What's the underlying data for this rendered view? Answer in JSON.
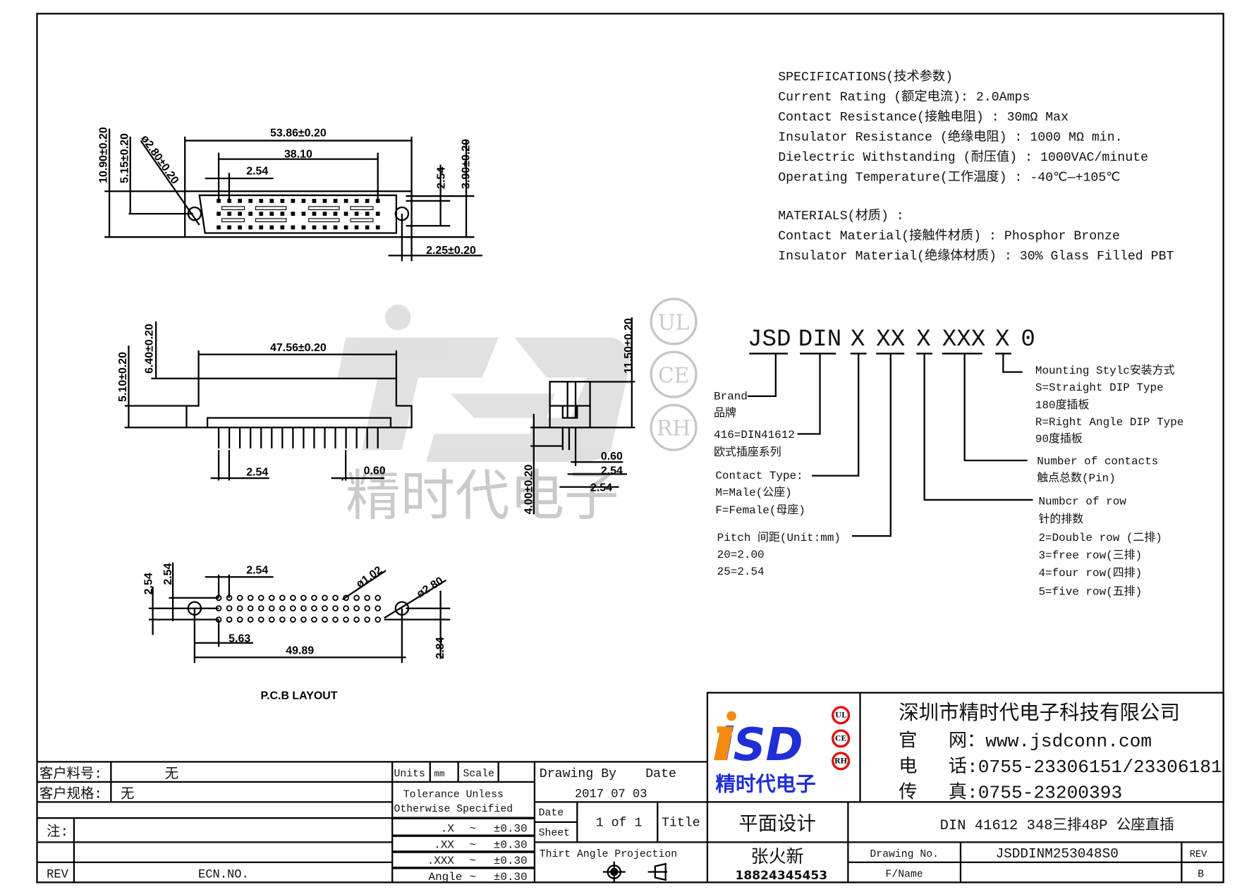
{
  "specifications": {
    "heading": "SPECIFICATIONS(技术参数)",
    "lines": [
      "Current Rating (额定电流):   2.0Amps",
      "Contact Resistance(接触电阻) : 30mΩ Max",
      "Insulator Resistance (绝缘电阻) : 1000 MΩ min.",
      "Dielectric Withstanding (耐压值) : 1000VAC/minute",
      "Operating Temperature(工作温度) : -40℃—+105℃"
    ]
  },
  "materials": {
    "heading": "MATERIALS(材质) :",
    "lines": [
      "Contact Material(接触件材质) :    Phosphor Bronze",
      "Insulator Material(绝缘体材质) : 30% Glass Filled PBT"
    ]
  },
  "part_number": {
    "tokens": [
      "JSD",
      "DIN",
      "X",
      "XX",
      "X",
      "XXX",
      "X",
      "0"
    ],
    "brand": [
      "Brand",
      "品牌"
    ],
    "series": [
      "416=DIN41612",
      "欧式插座系列"
    ],
    "contact_type": [
      "Contact Type:",
      "M=Male(公座)",
      "F=Female(母座)"
    ],
    "pitch": [
      "Pitch 间距(Unit:mm)",
      "20=2.00",
      "25=2.54"
    ],
    "mounting": [
      "Mounting Stylc安装方式",
      "S=Straight DIP Type",
      "180度插板",
      "R=Right Angle DIP Type",
      "90度插板"
    ],
    "contacts": [
      "Number of contacts",
      "触点总数(Pin)"
    ],
    "rows": [
      "Numbcr of row",
      "针的排数",
      "2=Double row (二排)",
      "3=free row(三排)",
      "4=four row(四排)",
      "5=five row(五排)"
    ]
  },
  "drawing": {
    "top_view": {
      "overall": "53.86±0.20",
      "pin_span": "38.10",
      "pitch": "2.54",
      "height": "10.90±0.20",
      "hole_offset": "5.15±0.20",
      "hole_dia": "ø2.80±0.20",
      "row_pitch": "2.54",
      "right_height": "3.90±0.20",
      "edge": "2.25±0.20"
    },
    "front_view": {
      "width": "47.56±0.20",
      "h1": "6.40±0.20",
      "h2": "5.10±0.20",
      "pitch": "2.54",
      "pin": "0.60"
    },
    "side_view": {
      "height": "11.50±0.20",
      "tail": "4.00±0.20",
      "pin": "0.60",
      "pitch1": "2.54",
      "pitch2": "2.54"
    },
    "pcb": {
      "title": "P.C.B LAYOUT",
      "pitch_x": "2.54",
      "pitch_y1": "2.54",
      "pitch_y2": "2.54",
      "hole": "ø1.02",
      "mount_hole": "ø2.80",
      "offset": "5.63",
      "span": "49.89",
      "y_offset": "2.84"
    }
  },
  "watermark": {
    "brand": "精时代电子",
    "certs": [
      "UL",
      "CE",
      "RH"
    ]
  },
  "company": {
    "logo_text": "iSD",
    "logo_cn": "精时代电子",
    "certs": [
      "UL",
      "CE",
      "RH"
    ],
    "name": "深圳市精时代电子科技有限公司",
    "web_label": "官",
    "web_value": "网：www.jsdconn.com",
    "tel_label": "电",
    "tel_value": "话:0755-23306151/23306181",
    "fax_label": "传",
    "fax_value": "真:0755-23200393",
    "colors": {
      "blue": "#1f2fd6",
      "orange": "#f28a10",
      "red": "#e01010"
    }
  },
  "title_block": {
    "customer_part_label": "客户料号:",
    "customer_part_value": "无",
    "customer_spec_label": "客户规格:",
    "customer_spec_value": "无",
    "note_label": "注:",
    "rev_label": "REV",
    "ecn_label": "ECN.NO.",
    "units_label": "Units",
    "units_value": "mm",
    "scale_label": "Scale",
    "tolerance_heading": [
      "Tolerance Unless",
      "Otherwise Specified"
    ],
    "tolerances": [
      {
        "k": ".X",
        "t": "~",
        "v": "±0.30"
      },
      {
        "k": ".XX",
        "t": "~",
        "v": "±0.30"
      },
      {
        "k": ".XXX",
        "t": "~",
        "v": "±0.30"
      },
      {
        "k": "Angle",
        "t": "~",
        "v": "±0.30"
      }
    ],
    "drawing_by_label": "Drawing By",
    "date_label": "Date",
    "date_value": "2017  07  03",
    "date2_label": "Date",
    "sheet_label": "Sheet",
    "sheet_value": "1 of 1",
    "title_label": "Title",
    "projection_label": "Thirt Angle Projection",
    "design": "平面设计",
    "product_title": "DIN  41612 348三排48P 公座直插",
    "designer": "张火新",
    "designer_phone": "18824345453",
    "drawing_no_label": "Drawing No.",
    "drawing_no_value": "JSDDINM253048S0",
    "fname_label": "F/Name",
    "rev2_label": "REV",
    "rev_value": "B"
  }
}
